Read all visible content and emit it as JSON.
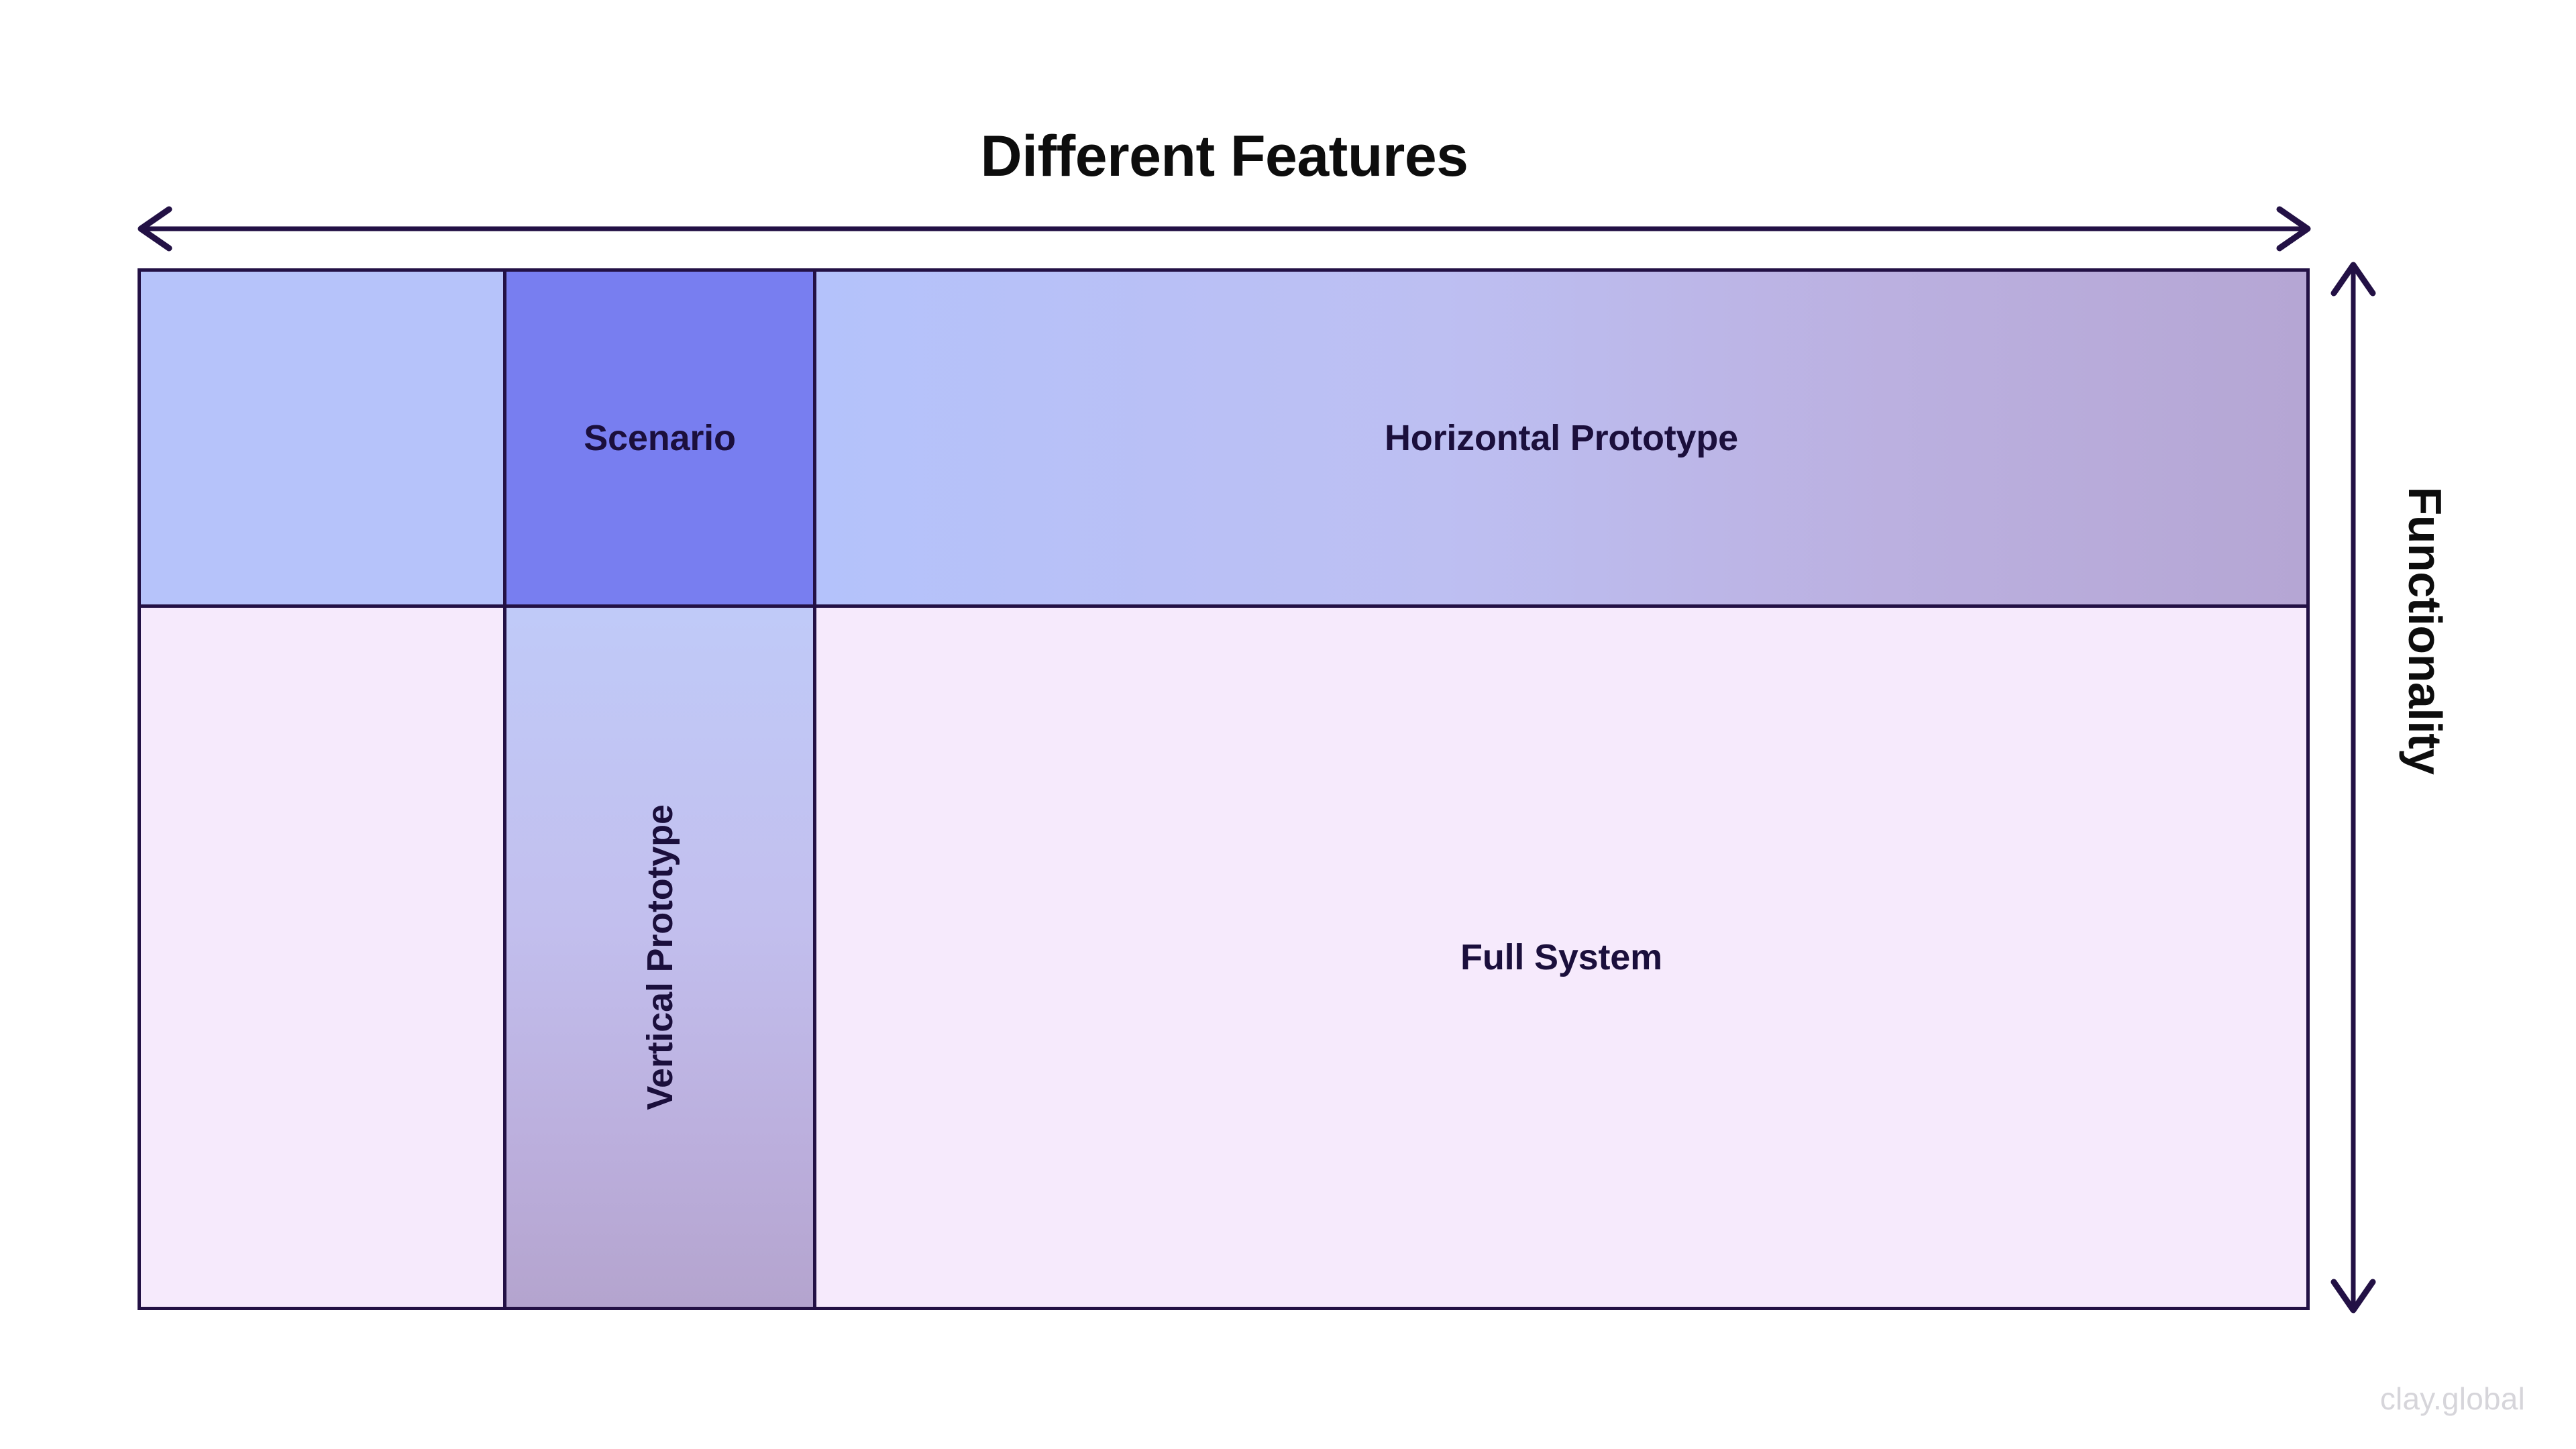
{
  "title": "Different Features",
  "axis": {
    "x_label": "Different Features",
    "y_label": "Functionality",
    "x_arrow_icon": "double-headed-horizontal-arrow-icon",
    "y_arrow_icon": "double-headed-vertical-arrow-icon"
  },
  "matrix": {
    "columns": [
      "",
      "Scenario / Vertical Prototype",
      "Horizontal Prototype / Full System"
    ],
    "rows": [
      {
        "cells": [
          {
            "label": "",
            "fill": "#b6c3fa"
          },
          {
            "label": "Scenario",
            "fill": "#787ef0"
          },
          {
            "label": "Horizontal Prototype",
            "fill": "#b4c2fb → #b5a6d4"
          }
        ]
      },
      {
        "cells": [
          {
            "label": "",
            "fill": "#f6eafc"
          },
          {
            "label": "Vertical Prototype",
            "fill": "#c0caf8 → #b4a4ce"
          },
          {
            "label": "Full System",
            "fill": "#f6eafc"
          }
        ]
      }
    ]
  },
  "colors": {
    "border": "#231145",
    "text_dark": "#1b0f3c",
    "title": "#0d0d0d",
    "scenario": "#787ef0",
    "light_blue": "#b6c3fa",
    "pale_lavender": "#f6eafc",
    "mauve": "#b4a4ce",
    "watermark": "#d6d5da"
  },
  "watermark": "clay.global"
}
